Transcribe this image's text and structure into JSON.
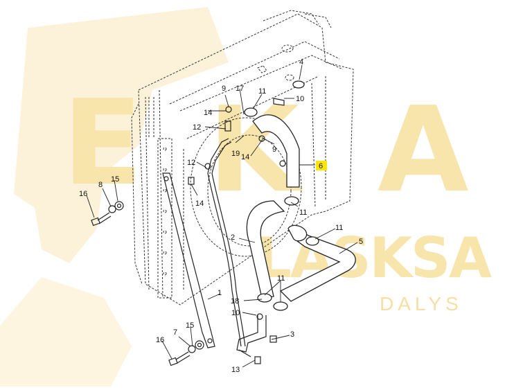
{
  "watermark": {
    "big_letters": [
      "E",
      "K",
      "A"
    ],
    "brand": "LASKSA",
    "sub": "DALYS",
    "color": "#f7d98a"
  },
  "highlight_color": "#ffe600",
  "callouts": {
    "c1": "1",
    "c2": "2",
    "c3": "3",
    "c4": "4",
    "c5": "5",
    "c6": "6",
    "c7": "7",
    "c8": "8",
    "c9a": "9",
    "c9b": "9",
    "c10a": "10",
    "c10b": "10",
    "c11a": "11",
    "c11b": "11",
    "c11c": "11",
    "c11d": "11",
    "c12a": "12",
    "c12b": "12",
    "c13": "13",
    "c14a": "14",
    "c14b": "14",
    "c14c": "14",
    "c15a": "15",
    "c15b": "15",
    "c16a": "16",
    "c16b": "16",
    "c17": "17",
    "c18": "18",
    "c19": "19"
  }
}
